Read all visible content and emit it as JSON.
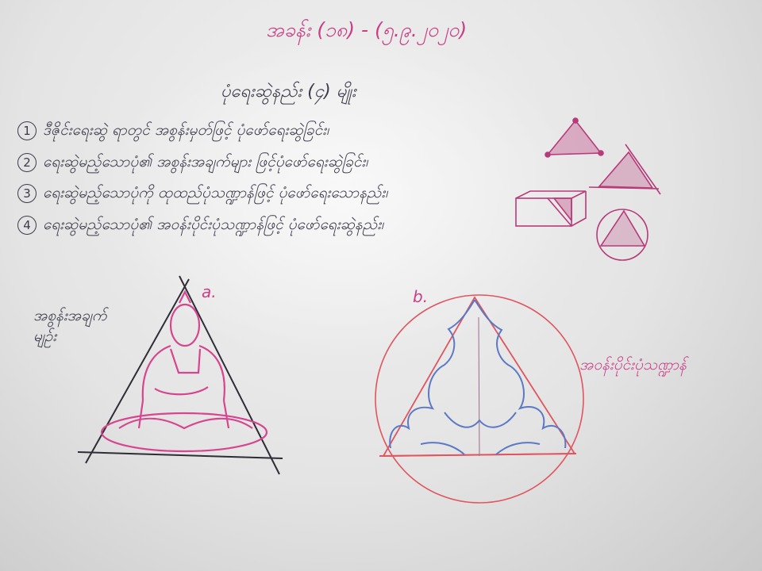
{
  "header": {
    "lesson_title": "အခန်း (၁၈) - (၅.၉.၂၀၂၀)",
    "subtitle": "ပုံရေးဆွဲနည်း (၄) မျိုး"
  },
  "rules": [
    {
      "number": "1",
      "text": "ဒီဇိုင်းရေးဆွဲ ရာတွင် အစွန်းမှတ်ဖြင့် ပုံဖော်ရေးဆွဲခြင်း၊"
    },
    {
      "number": "2",
      "text": "ရေးဆွဲမည့်သောပုံ၏ အစွန်းအချက်များ ဖြင့်ပုံဖော်ရေးဆွဲခြင်း၊"
    },
    {
      "number": "3",
      "text": "ရေးဆွဲမည့်သောပုံကို ထုထည်ပုံသဏ္ဍာန်ဖြင့် ပုံဖော်ရေးသောနည်း၊"
    },
    {
      "number": "4",
      "text": "ရေးဆွဲမည့်သောပုံ၏ အဝန်းပိုင်းပုံသဏ္ဍာန်ဖြင့် ပုံဖော်ရေးဆွဲနည်း၊"
    }
  ],
  "figures": {
    "label_a": "a.",
    "label_b": "b.",
    "left_annotation": "အစွန်းအချက် မျဉ်း",
    "right_annotation": "အဝန်းပိုင်းပုံသဏ္ဍာန်"
  },
  "colors": {
    "pink_marker": "#c93f86",
    "red_marker": "#e0555f",
    "dark_marker": "#3b3b4a",
    "blue_marker": "#5b79c4"
  }
}
